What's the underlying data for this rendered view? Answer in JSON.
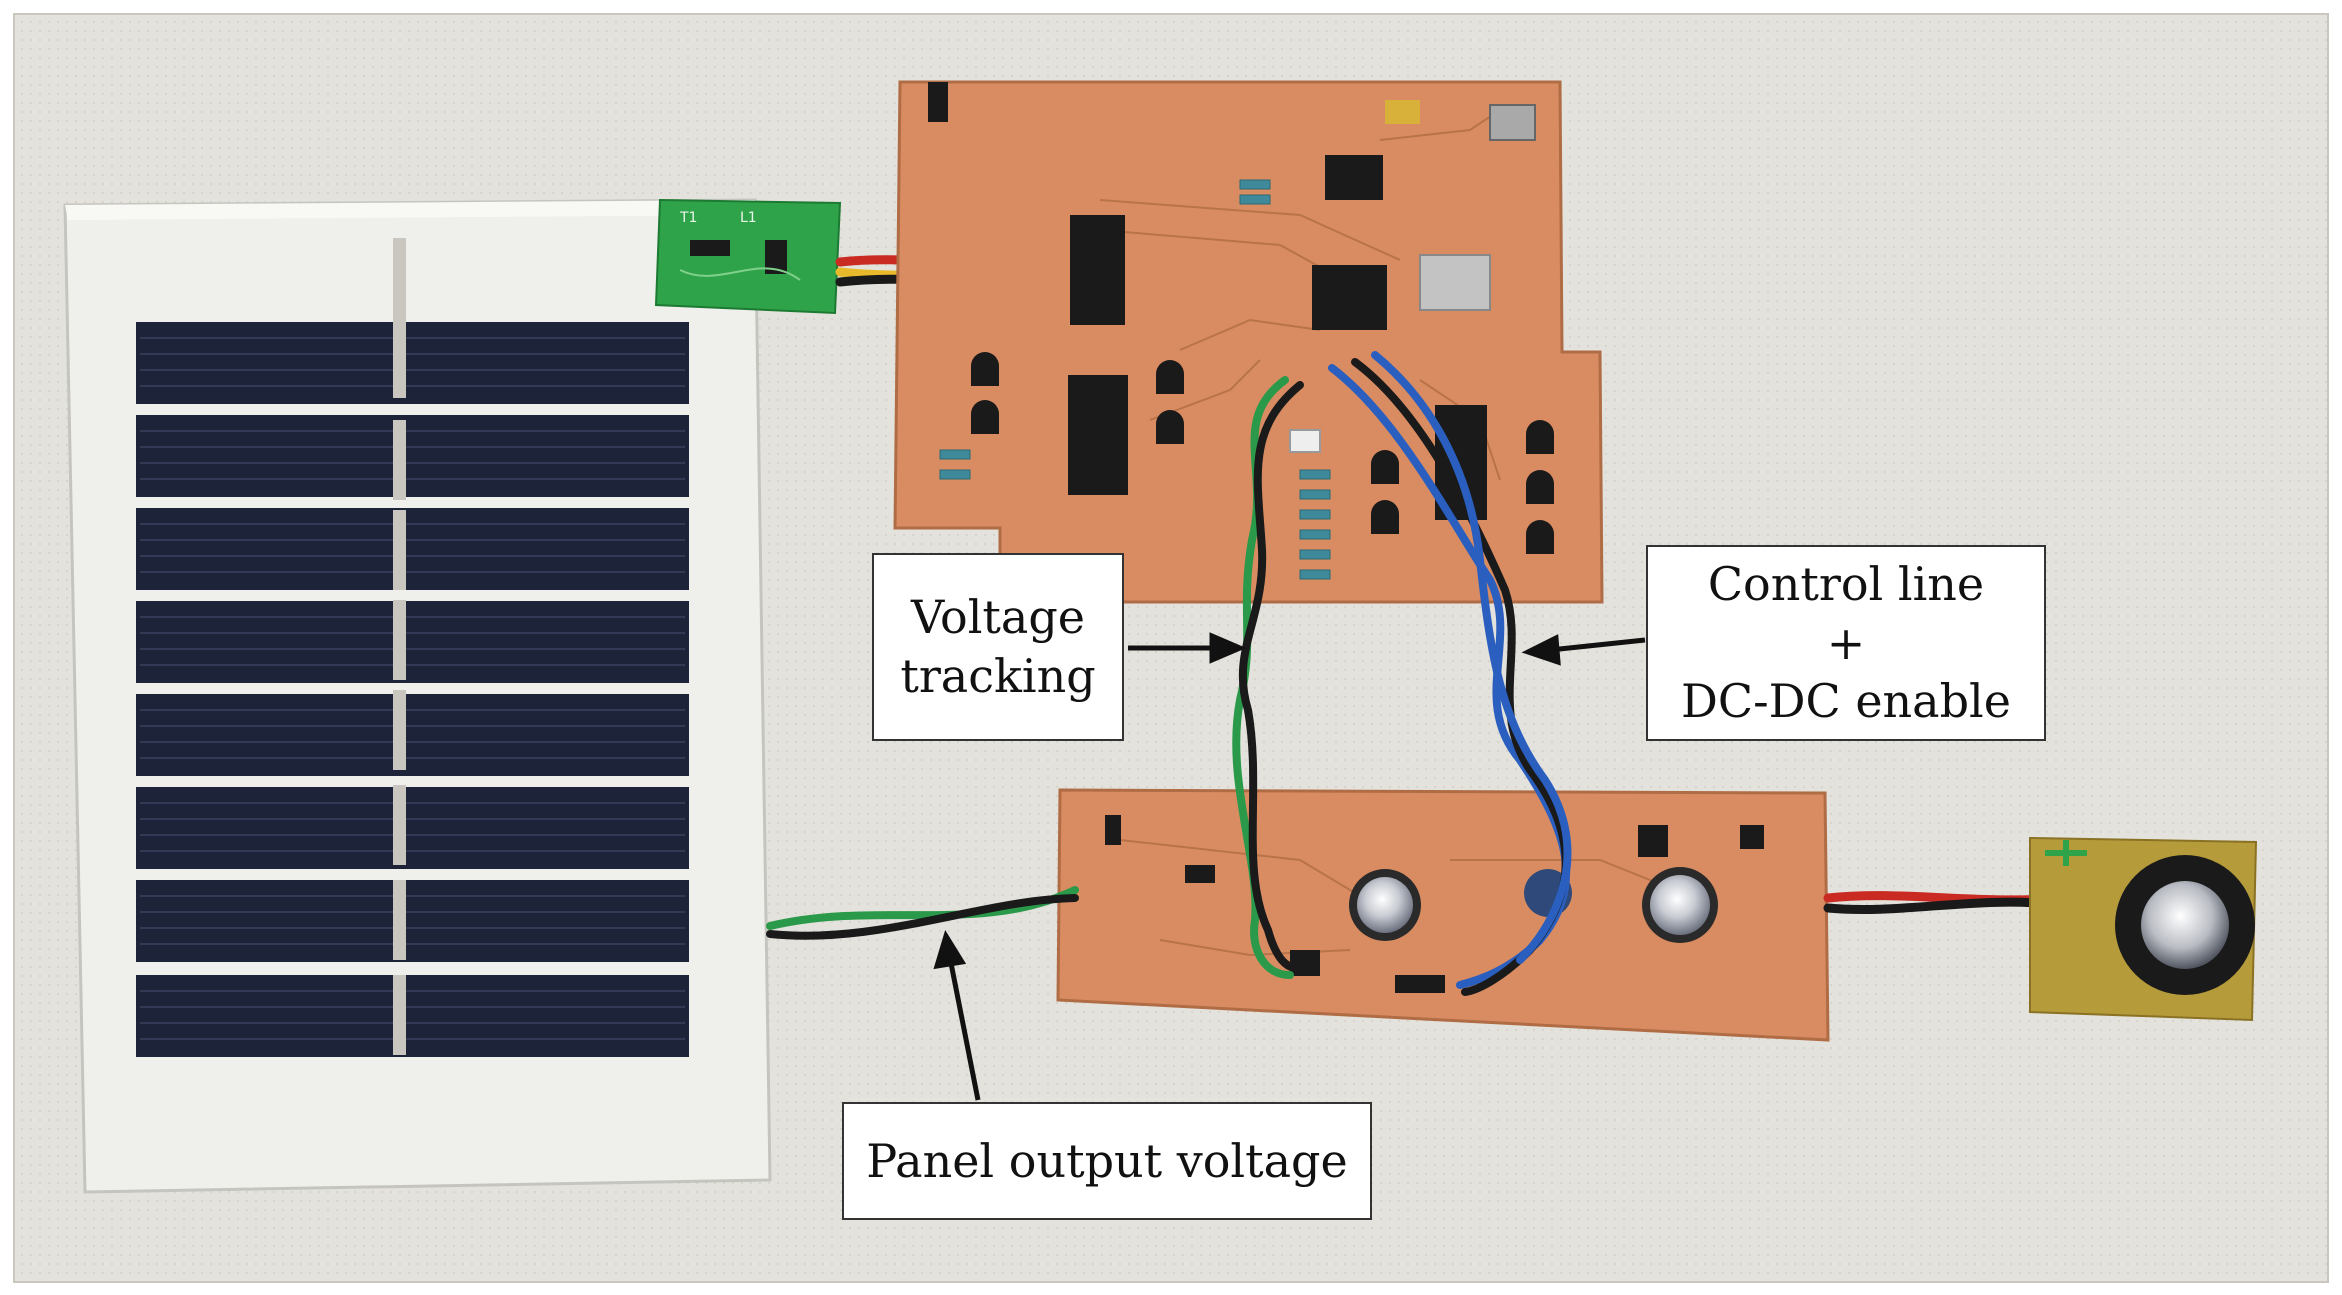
{
  "labels": {
    "voltage_tracking": [
      "Voltage",
      "tracking"
    ],
    "control_line": [
      "Control line",
      "+",
      "DC-DC enable"
    ],
    "panel_output": "Panel output voltage"
  },
  "board_markings": {
    "sensor_board": [
      "T1",
      "L1"
    ]
  },
  "colors": {
    "background": "#e4e2dc",
    "solar_frame": "#eeeeea",
    "solar_cell": "#1d2338",
    "pcb": "#d98c62",
    "sensor_pcb": "#2fa34a",
    "wire_green": "#2a9a4a",
    "wire_blue": "#2a5fc0",
    "wire_red": "#c92a22",
    "wire_yellow": "#e8b92a",
    "wire_black": "#1a1a1a"
  }
}
